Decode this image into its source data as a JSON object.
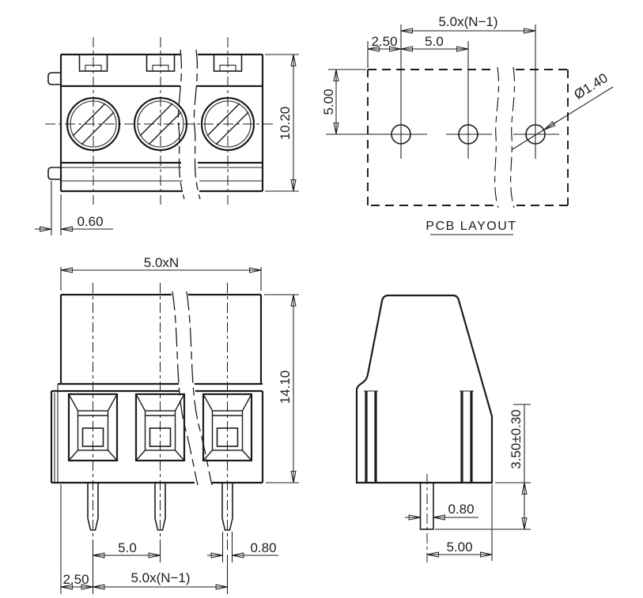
{
  "drawing": {
    "background": "#ffffff",
    "line_color": "#1c1c1c",
    "views": {
      "top_view": {
        "dims": {
          "body_height": "10.20",
          "flange_offset": "0.60"
        }
      },
      "pcb_layout": {
        "title": "PCB LAYOUT",
        "dims": {
          "hole_span": "5.0x(N−1)",
          "edge_to_hole": "2.50",
          "hole_pitch": "5.0",
          "row_offset": "5.00",
          "hole_diameter": "Ø1.40"
        }
      },
      "front_view": {
        "dims": {
          "total_width": "5.0xN",
          "body_height": "14.10",
          "pin_pitch": "5.0",
          "pin_width": "0.80",
          "edge_to_pin": "2.50",
          "pin_span": "5.0x(N−1)"
        }
      },
      "side_view": {
        "dims": {
          "pin_length": "3.50±0.30",
          "pin_width": "0.80",
          "pitch_depth": "5.00"
        }
      }
    }
  }
}
